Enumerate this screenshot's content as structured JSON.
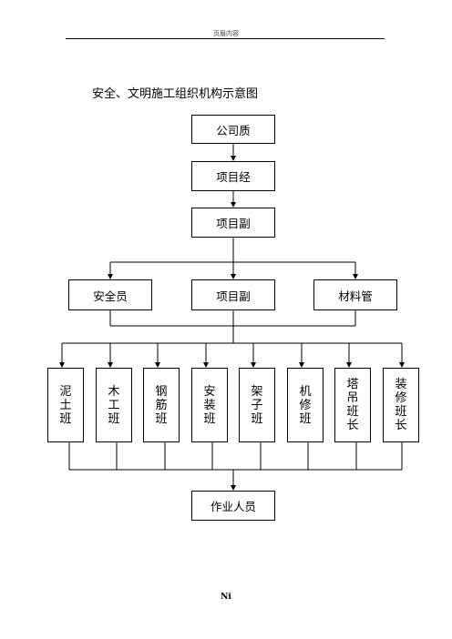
{
  "header": {
    "text": "页眉内容"
  },
  "title": "安全、文明施工组织机构示意图",
  "chain": [
    "公司质",
    "项目经",
    "项目副"
  ],
  "middle": [
    "安全员",
    "项目副",
    "材料管"
  ],
  "teams": [
    [
      "泥",
      "土",
      "班"
    ],
    [
      "木",
      "工",
      "班"
    ],
    [
      "钢",
      "筋",
      "班"
    ],
    [
      "安",
      "装",
      "班"
    ],
    [
      "架",
      "子",
      "班"
    ],
    [
      "机",
      "修",
      "班"
    ],
    [
      "塔",
      "吊",
      "班",
      "长"
    ],
    [
      "装",
      "修",
      "班",
      "长"
    ]
  ],
  "bottom": "作业人员",
  "footer": {
    "page": "Ni"
  }
}
